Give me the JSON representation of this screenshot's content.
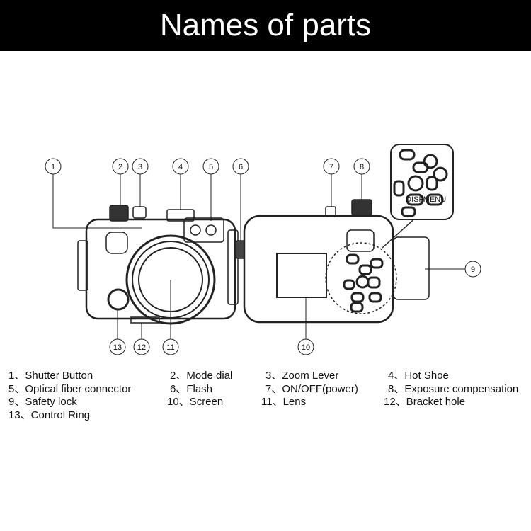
{
  "title": "Names of parts",
  "callouts": [
    "1",
    "2",
    "3",
    "4",
    "5",
    "6",
    "7",
    "8",
    "9",
    "10",
    "11",
    "12",
    "13"
  ],
  "legend": [
    "1、Shutter Button",
    "2、Mode dial",
    "3、Zoom Lever",
    "4、Hot Shoe",
    "5、Optical fiber connector",
    "6、Flash",
    "7、ON/OFF(power)",
    "8、Exposure compensation",
    "9、Safety lock",
    "10、Screen",
    "11、Lens",
    "12、Bracket hole",
    "13、Control Ring"
  ],
  "inset_buttons": [
    "DISP",
    "MENU"
  ]
}
